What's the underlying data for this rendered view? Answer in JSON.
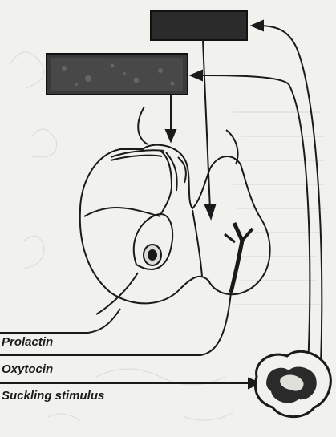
{
  "labels": {
    "prolactin": "Prolactin",
    "oxytocin": "Oxytocin",
    "suckling": "Suckling stimulus"
  },
  "colors": {
    "background": "#f1f1ee",
    "ink": "#1a1a1a",
    "hormone_box": "#2b2b2b",
    "faded_print": "#c9c9c4"
  },
  "parts": {
    "upper_box": "hypothalamus block (dark, unlabeled)",
    "lower_box": "releasing-factor block (dark, unlabeled)",
    "gland": "pituitary gland",
    "posterior_lobe": "posterior pituitary nerve terminals",
    "breast": "nipple / breast"
  }
}
